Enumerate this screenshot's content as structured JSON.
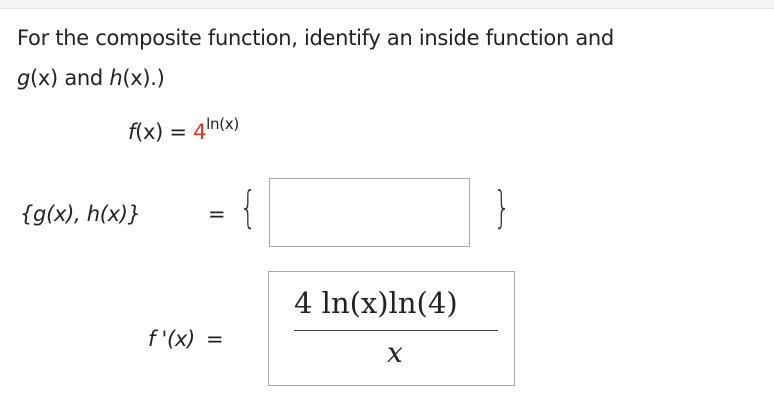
{
  "question": {
    "line1": "For the composite function, identify an inside function and",
    "line2_g": "g",
    "line2_x1": "(x) and ",
    "line2_h": "h",
    "line2_x2": "(x).)"
  },
  "function": {
    "lhs_f": "f",
    "lhs_x": "(x)",
    "equals": "=",
    "base": "4",
    "exponent": "ln(x)",
    "base_color": "#e0301e"
  },
  "composition": {
    "label": "{g(x), h(x)}",
    "equals": "=",
    "open_brace": "{",
    "close_brace": "}",
    "input_value": ""
  },
  "derivative": {
    "label": "f '(x)",
    "equals": "=",
    "numerator": "4 ln(x)ln(4)",
    "denominator": "x"
  }
}
